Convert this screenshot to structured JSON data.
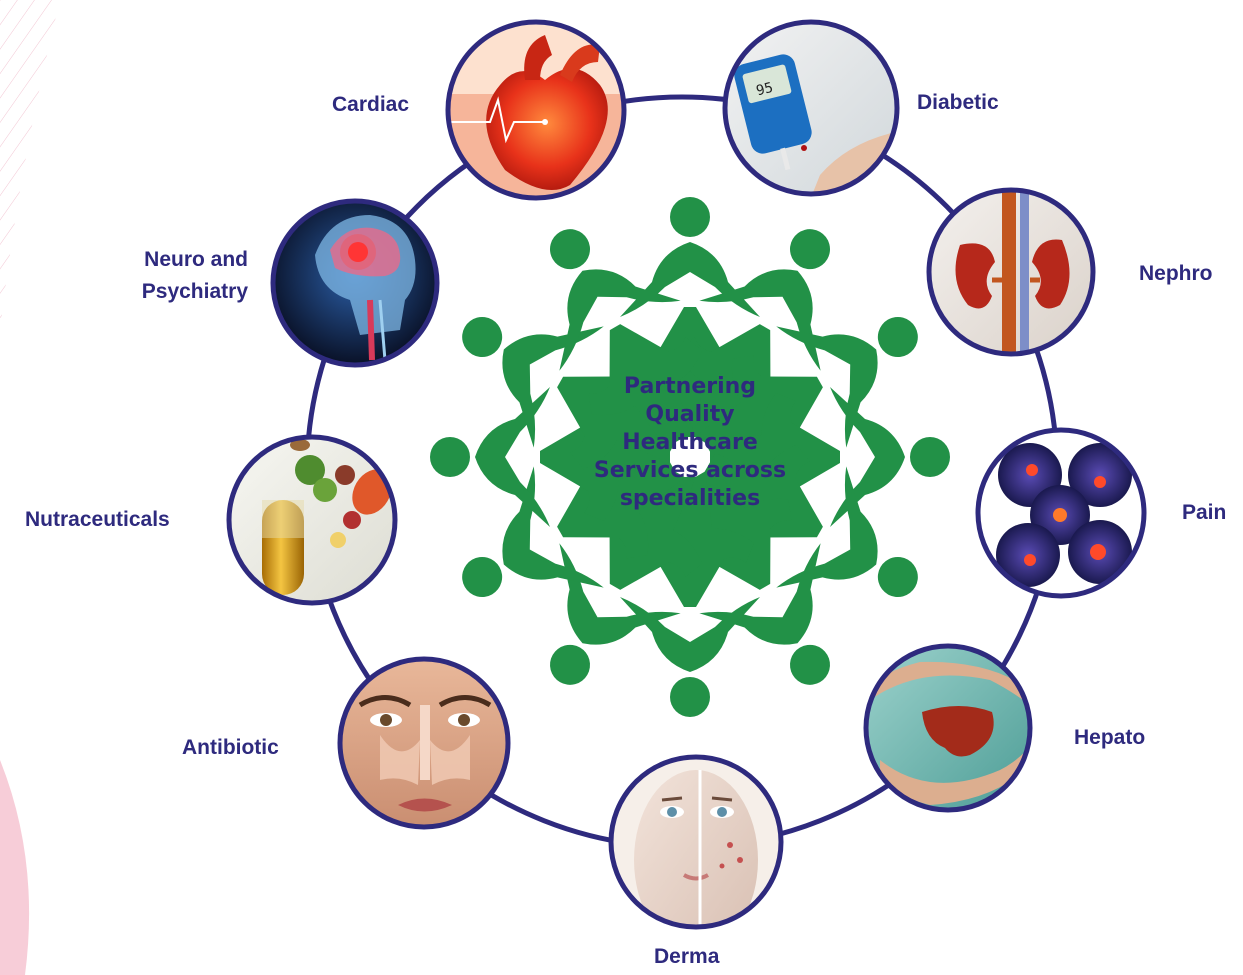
{
  "center": {
    "lines": [
      "Partnering",
      "Quality",
      "Healthcare",
      "Services across",
      "specialities"
    ]
  },
  "specialities": [
    {
      "label": "Cardiac",
      "icon": "heart-icon"
    },
    {
      "label": "Diabetic",
      "icon": "glucose-meter-icon"
    },
    {
      "label": "Nephro",
      "icon": "kidney-icon"
    },
    {
      "label": "Pain",
      "icon": "joint-pain-icon"
    },
    {
      "label": "Hepato",
      "icon": "liver-icon"
    },
    {
      "label": "Derma",
      "icon": "skin-face-icon"
    },
    {
      "label": "Antibiotic",
      "icon": "sinus-face-icon"
    },
    {
      "label": "Nutraceuticals",
      "icon": "capsule-food-icon"
    },
    {
      "label": "Neuro and\nPsychiatry",
      "icon": "brain-head-icon"
    }
  ],
  "colors": {
    "ring": "#2e2a7e",
    "text": "#2e2a7e",
    "figures": "#229147",
    "corner_accent": "#e8a7b8"
  }
}
